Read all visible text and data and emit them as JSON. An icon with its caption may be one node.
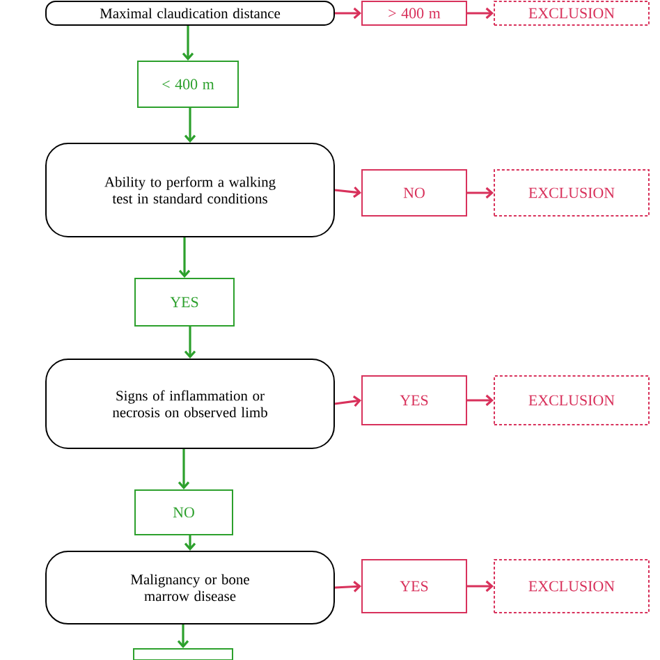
{
  "diagram": {
    "nodes": [
      {
        "text": [
          "Maximal claudication distance"
        ]
      },
      {
        "text": [
          "> 400 m"
        ]
      },
      {
        "text": [
          "EXCLUSION"
        ]
      },
      {
        "text": [
          "< 400 m"
        ]
      },
      {
        "text": [
          "Ability to perform a walking test in standard conditions"
        ]
      },
      {
        "text": [
          "NO"
        ]
      },
      {
        "text": [
          "EXCLUSION"
        ]
      },
      {
        "text": [
          "YES"
        ]
      },
      {
        "text": [
          "Signs of inflammation or necrosis on observed limb"
        ]
      },
      {
        "text": [
          "YES"
        ]
      },
      {
        "text": [
          "EXCLUSION"
        ]
      },
      {
        "text": [
          "NO"
        ]
      },
      {
        "text": [
          "Malignancy or bone marrow disease"
        ]
      },
      {
        "text": [
          "YES"
        ]
      },
      {
        "text": [
          "EXCLUSION"
        ]
      },
      {
        "text": [],
        "shape": "box"
      }
    ],
    "edges": [
      {
        "from": 0,
        "to": 1,
        "arrow": "to",
        "color": "#d8315b"
      },
      {
        "from": 1,
        "to": 2,
        "arrow": "to",
        "color": "#d8315b"
      },
      {
        "from": 0,
        "to": 3,
        "arrow": "to",
        "color": "#2ca02c"
      },
      {
        "from": 3,
        "to": 4,
        "arrow": "to",
        "color": "#2ca02c"
      },
      {
        "from": 4,
        "to": 5,
        "arrow": "to",
        "color": "#d8315b"
      },
      {
        "from": 5,
        "to": 6,
        "arrow": "to",
        "color": "#d8315b"
      },
      {
        "from": 4,
        "to": 7,
        "arrow": "to",
        "color": "#2ca02c"
      },
      {
        "from": 7,
        "to": 8,
        "arrow": "to",
        "color": "#2ca02c"
      },
      {
        "from": 8,
        "to": 9,
        "arrow": "to",
        "color": "#d8315b"
      },
      {
        "from": 9,
        "to": 10,
        "arrow": "to",
        "color": "#d8315b"
      },
      {
        "from": 8,
        "to": 11,
        "arrow": "to",
        "color": "#2ca02c"
      },
      {
        "from": 11,
        "to": 12,
        "arrow": "to",
        "color": "#2ca02c"
      },
      {
        "from": 12,
        "to": 13,
        "arrow": "to",
        "color": "#d8315b"
      },
      {
        "from": 13,
        "to": 14,
        "arrow": "to",
        "color": "#d8315b"
      },
      {
        "from": 12,
        "to": 15,
        "arrow": "to",
        "color": "#2ca02c"
      }
    ]
  }
}
